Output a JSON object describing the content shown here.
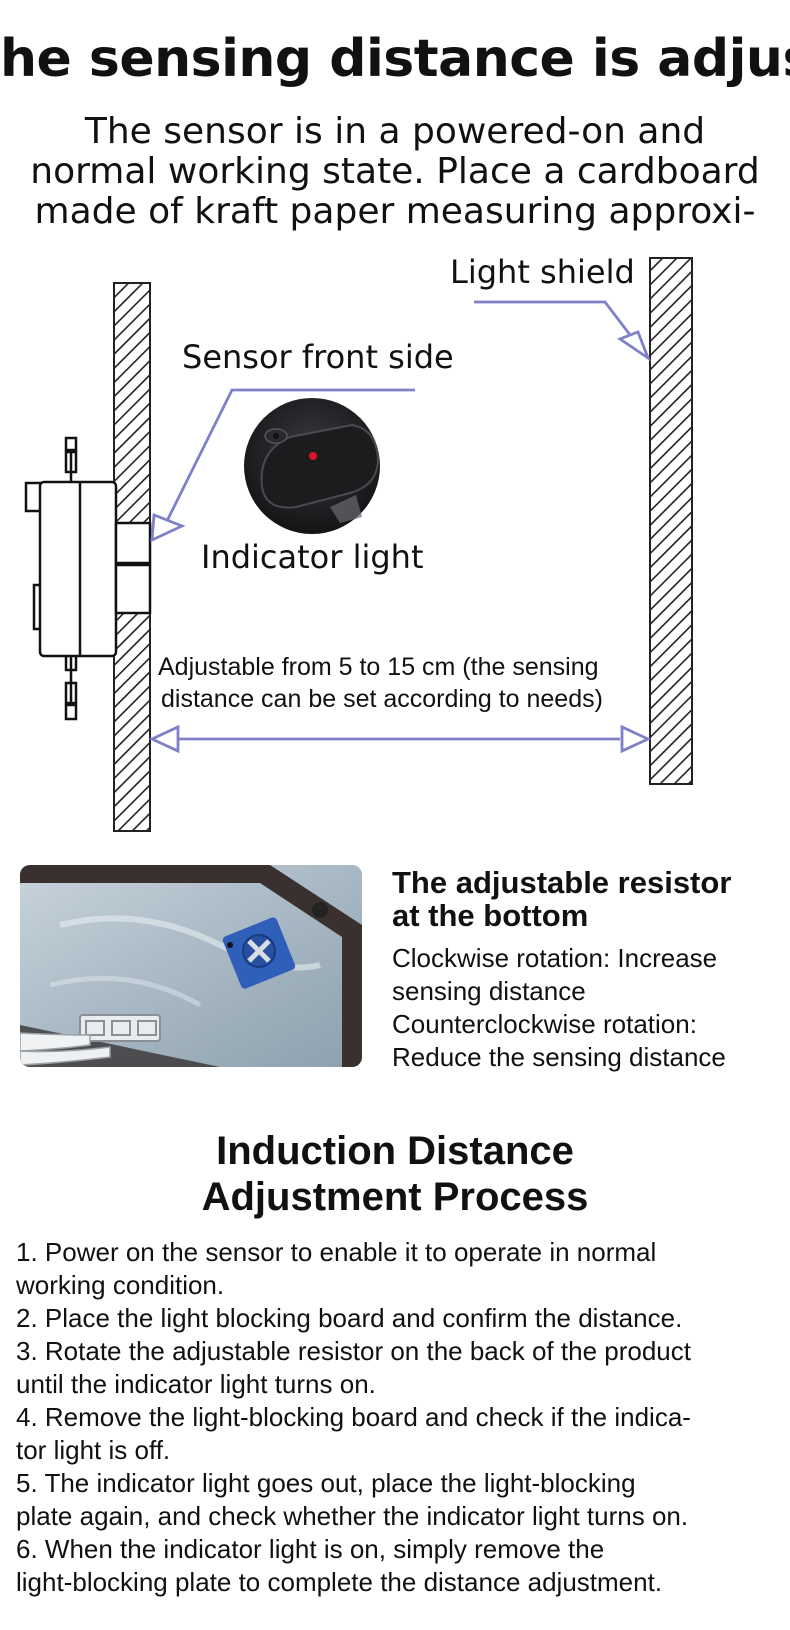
{
  "headline": "he sensing distance is adjustable",
  "intro_lines": [
    "The sensor is in a powered-on and",
    "normal working state. Place a cardboard",
    "made of kraft paper measuring approxi-"
  ],
  "diagram": {
    "light_shield_label": "Light shield",
    "sensor_front_label": "Sensor front side",
    "indicator_label": "Indicator light",
    "range_label_lines": [
      "Adjustable from 5 to 15 cm (the sensing",
      "distance can be set according to needs)"
    ],
    "arrow_color": "#8080c8"
  },
  "resistor": {
    "title_lines": [
      "The adjustable resistor",
      "at the bottom"
    ],
    "body_lines": [
      "Clockwise rotation: Increase",
      "sensing distance",
      "Counterclockwise rotation:",
      "Reduce the sensing distance"
    ]
  },
  "process": {
    "title_lines": [
      "Induction Distance",
      "Adjustment Process"
    ],
    "step_lines": [
      "1. Power on the sensor to enable it to operate in normal",
      "working condition.",
      "2. Place the light blocking board and confirm the distance.",
      "3. Rotate the adjustable resistor on the back of the product",
      "until the indicator light turns on.",
      "4. Remove the light-blocking board and check if the indica-",
      "tor light is off.",
      "5. The indicator light goes out, place the light-blocking",
      "plate again, and check whether the indicator light turns on.",
      "6. When the indicator light is on, simply remove the",
      "light-blocking plate to complete the distance adjustment."
    ]
  }
}
